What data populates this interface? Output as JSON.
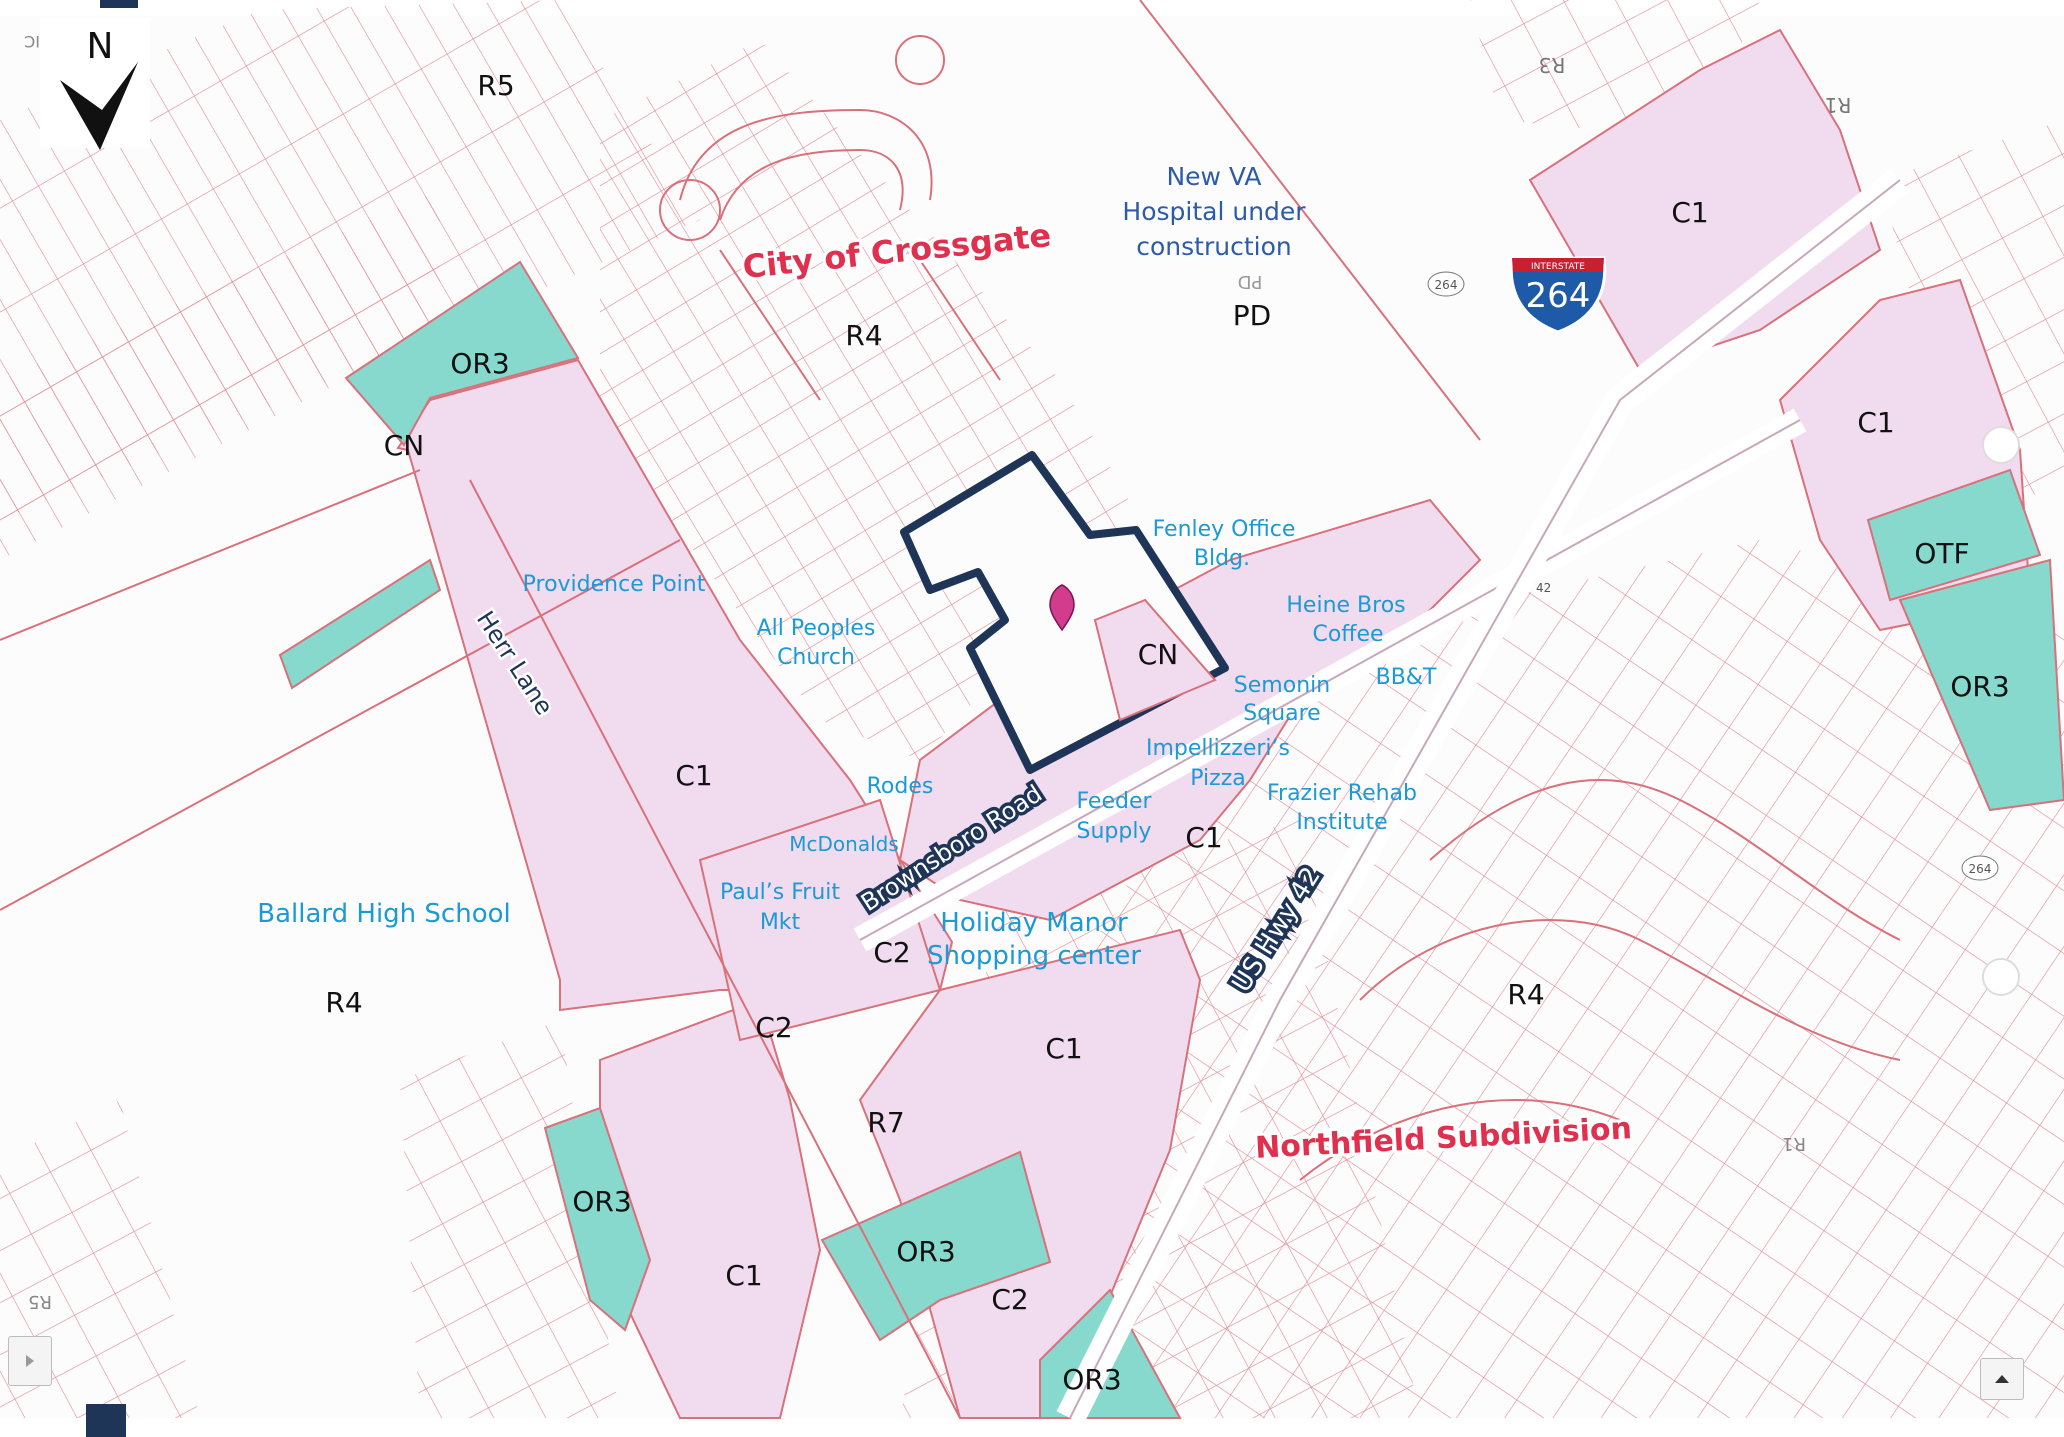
{
  "compass": {
    "label": "N"
  },
  "zones": {
    "r5_top": "R5",
    "r3_top": "R3",
    "r1_top": "R1",
    "or3_nw": "OR3",
    "cn_nw": "CN",
    "r4_crossgate": "R4",
    "pd": "PD",
    "pd_mirror": "PD",
    "c1_ne": "C1",
    "c1_east": "C1",
    "otf": "OTF",
    "or3_east": "OR3",
    "cn_site": "CN",
    "c1_providence": "C1",
    "c1_feeder": "C1",
    "c2_a": "C2",
    "c2_b": "C2",
    "r4_ballard": "R4",
    "r4_northfield": "R4",
    "c1_south": "C1",
    "r7": "R7",
    "or3_sw": "OR3",
    "c1_sw": "C1",
    "or3_s": "OR3",
    "c2_s": "C2",
    "or3_bottom": "OR3",
    "r5_sw": "R5",
    "r1_se": "R1",
    "ic_corner": "IC"
  },
  "places": {
    "va_line1": "New VA",
    "va_line2": "Hospital under",
    "va_line3": "construction",
    "crossgate": "City of Crossgate",
    "providence": "Providence Point",
    "all_peoples_1": "All Peoples",
    "all_peoples_2": "Church",
    "fenley_1": "Fenley Office",
    "fenley_2": "Bldg.",
    "heine_1": "Heine Bros",
    "heine_2": "Coffee",
    "semonin_1": "Semonin",
    "semonin_2": "Square",
    "bbt": "BB&T",
    "impellizzeri_1": "Impellizzeri’s",
    "impellizzeri_2": "Pizza",
    "frazier_1": "Frazier Rehab",
    "frazier_2": "Institute",
    "feeder_1": "Feeder",
    "feeder_2": "Supply",
    "rodes": "Rodes",
    "mcdonalds": "McDonalds",
    "pauls_1": "Paul’s Fruit",
    "pauls_2": "Mkt",
    "holiday_1": "Holiday Manor",
    "holiday_2": "Shopping center",
    "ballard": "Ballard High School",
    "northfield": "Northfield Subdivision"
  },
  "roads": {
    "herr": "Herr Lane",
    "brownsboro": "Brownsboro Road",
    "hwy42": "US Hwy 42",
    "route42_badge": "42",
    "route264_badge_a": "264",
    "route264_badge_b": "264"
  },
  "interstate": {
    "top": "INTERSTATE",
    "number": "264"
  },
  "colors": {
    "parcel_line": "#d9707a",
    "commercial": "#f1dcef",
    "office": "#86d9cc",
    "site_outline": "#1e3557",
    "zone_text": "#111111",
    "place_text": "#1b9ad6",
    "va_text": "#2c5ba8",
    "red_label": "#e0304e",
    "shield_blue": "#1e5aa8",
    "shield_red": "#c8202e"
  }
}
